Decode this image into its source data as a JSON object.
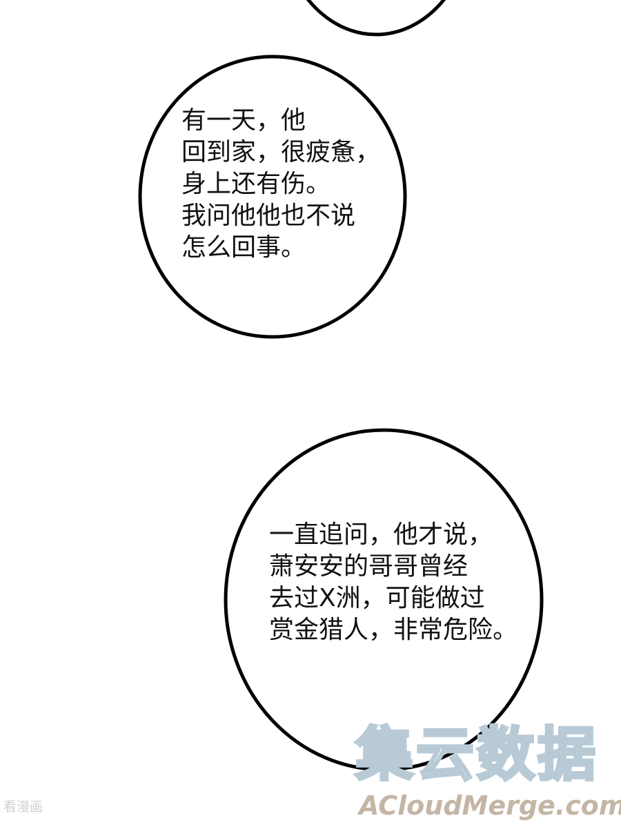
{
  "bubbles": [
    {
      "lines": [
        "有一天，他",
        "回到家，很疲惫，",
        "身上还有伤。",
        "我问他他也不说",
        "怎么回事。"
      ]
    },
    {
      "lines": [
        "一直追问，他才说，",
        "萧安安的哥哥曾经",
        "去过X洲，可能做过",
        "赏金猎人，非常危险。"
      ]
    }
  ],
  "watermark": {
    "chinese": "集云数据",
    "english": "ACloudMerge.com",
    "site": "看漫画"
  },
  "colors": {
    "outline": "#000000",
    "watermark_blue": "#b8cad6",
    "watermark_tan": "#c4b5a5"
  }
}
